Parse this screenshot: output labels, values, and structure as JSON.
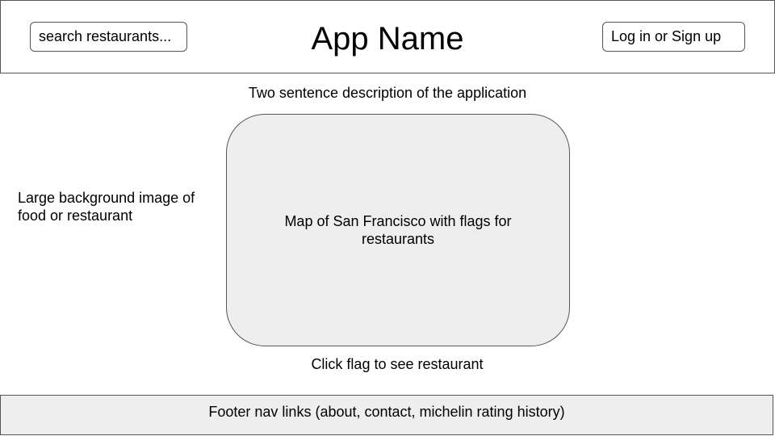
{
  "header": {
    "search_placeholder": "search restaurants...",
    "app_name": "App Name",
    "login_label": "Log in or Sign up"
  },
  "main": {
    "description": "Two sentence description of the application",
    "background_note": "Large background image of food or restaurant",
    "map_label": "Map of San Francisco with flags for restaurants",
    "map_hint": "Click flag to see restaurant"
  },
  "footer": {
    "links_text": "Footer nav links (about, contact, michelin rating history)"
  },
  "colors": {
    "border": "#555555",
    "panel_fill": "#eeeeee",
    "background": "#ffffff"
  }
}
